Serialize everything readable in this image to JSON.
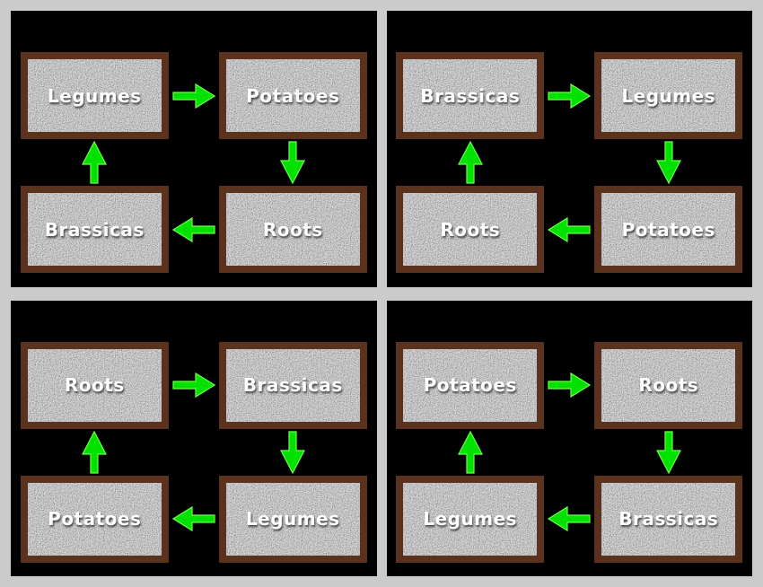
{
  "diagram": {
    "description": "Four-year crop rotation cycle diagrams",
    "cycle_order": [
      "Legumes",
      "Potatoes",
      "Roots",
      "Brassicas"
    ]
  },
  "colors": {
    "page_background": "#cbcbcb",
    "panel_background": "#000000",
    "plot_border_brown": "#5a321e",
    "arrow_green": "#00e100",
    "arrow_edge_green": "#6dff46",
    "label_text": "#ffffff"
  },
  "panels": [
    {
      "id": "rotation-1",
      "boxes": {
        "top_left": "Legumes",
        "top_right": "Potatoes",
        "bottom_right": "Roots",
        "bottom_left": "Brassicas"
      }
    },
    {
      "id": "rotation-2",
      "boxes": {
        "top_left": "Brassicas",
        "top_right": "Legumes",
        "bottom_right": "Potatoes",
        "bottom_left": "Roots"
      }
    },
    {
      "id": "rotation-3",
      "boxes": {
        "top_left": "Roots",
        "top_right": "Brassicas",
        "bottom_right": "Legumes",
        "bottom_left": "Potatoes"
      }
    },
    {
      "id": "rotation-4",
      "boxes": {
        "top_left": "Potatoes",
        "top_right": "Roots",
        "bottom_right": "Brassicas",
        "bottom_left": "Legumes"
      }
    }
  ]
}
